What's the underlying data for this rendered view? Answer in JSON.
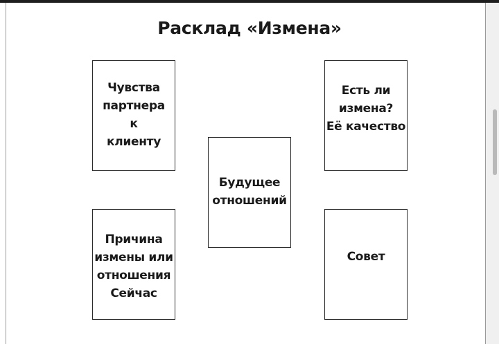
{
  "title": "Расклад «Измена»",
  "cards": [
    {
      "id": "top-left",
      "label": "Чувства\nпартнера\nк\nклиенту"
    },
    {
      "id": "top-right",
      "label": "Есть ли\nизмена?\nЕё качество"
    },
    {
      "id": "center",
      "label": "Будущее\nотношений"
    },
    {
      "id": "bottom-left",
      "label": "Причина\nизмены или\nотношения\nСейчас"
    },
    {
      "id": "bottom-right",
      "label": "Совет"
    }
  ]
}
